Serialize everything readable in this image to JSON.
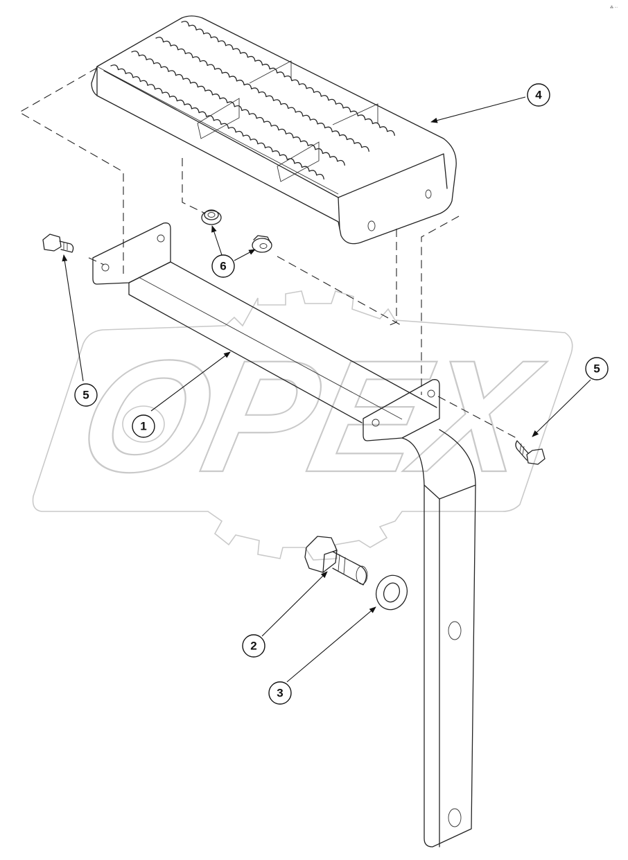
{
  "watermark": {
    "text": "OPEX"
  },
  "corner_code": "⁂ ···",
  "callouts": [
    {
      "id": "c1",
      "label": "1"
    },
    {
      "id": "c2",
      "label": "2"
    },
    {
      "id": "c3",
      "label": "3"
    },
    {
      "id": "c4",
      "label": "4"
    },
    {
      "id": "c5a",
      "label": "5"
    },
    {
      "id": "c5b",
      "label": "5"
    },
    {
      "id": "c6",
      "label": "6"
    }
  ]
}
